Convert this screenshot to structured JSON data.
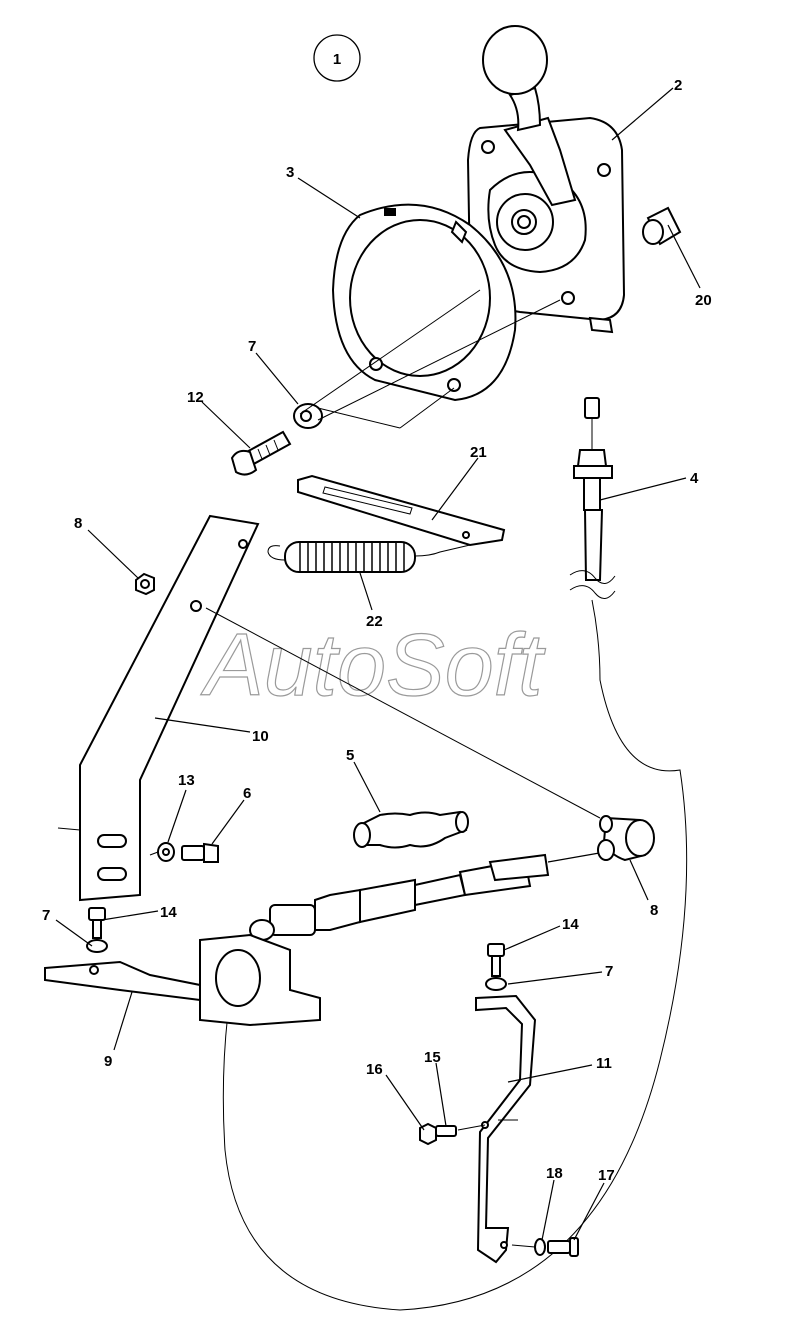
{
  "diagram": {
    "group_number": "1",
    "watermark": "AutoSoft",
    "callouts": [
      {
        "id": "c2",
        "text": "2"
      },
      {
        "id": "c3",
        "text": "3"
      },
      {
        "id": "c20",
        "text": "20"
      },
      {
        "id": "c7a",
        "text": "7"
      },
      {
        "id": "c12",
        "text": "12"
      },
      {
        "id": "c21",
        "text": "21"
      },
      {
        "id": "c4",
        "text": "4"
      },
      {
        "id": "c8a",
        "text": "8"
      },
      {
        "id": "c22",
        "text": "22"
      },
      {
        "id": "c10",
        "text": "10"
      },
      {
        "id": "c5",
        "text": "5"
      },
      {
        "id": "c13",
        "text": "13"
      },
      {
        "id": "c6",
        "text": "6"
      },
      {
        "id": "c8b",
        "text": "8"
      },
      {
        "id": "c7b",
        "text": "7"
      },
      {
        "id": "c14a",
        "text": "14"
      },
      {
        "id": "c9",
        "text": "9"
      },
      {
        "id": "c14b",
        "text": "14"
      },
      {
        "id": "c7c",
        "text": "7"
      },
      {
        "id": "c11",
        "text": "11"
      },
      {
        "id": "c16",
        "text": "16"
      },
      {
        "id": "c15",
        "text": "15"
      },
      {
        "id": "c18",
        "text": "18"
      },
      {
        "id": "c17",
        "text": "17"
      }
    ]
  }
}
